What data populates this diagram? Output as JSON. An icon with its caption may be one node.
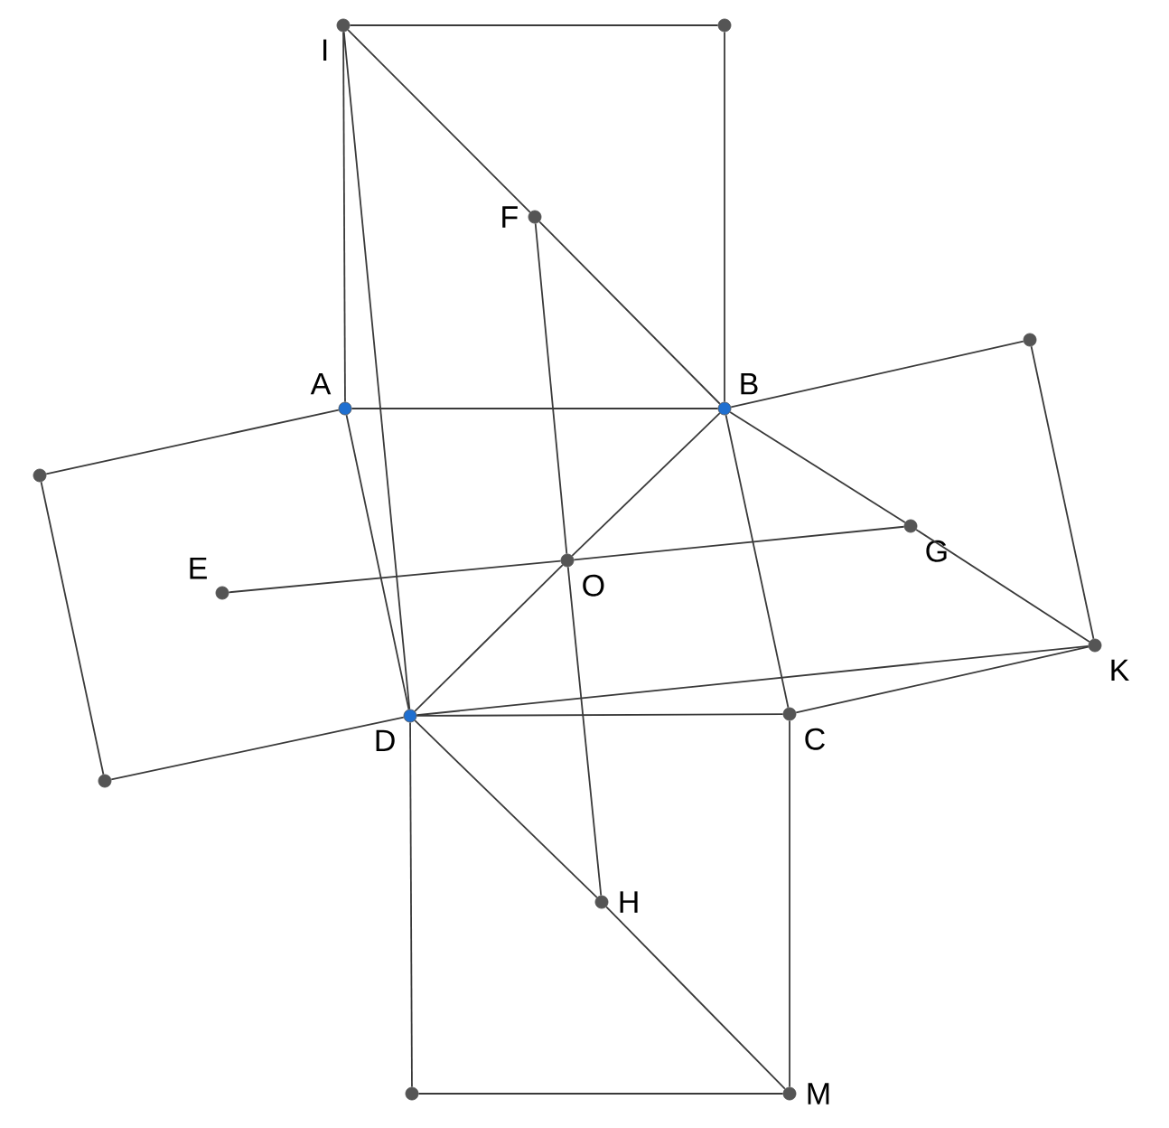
{
  "diagram": {
    "nodes": [
      {
        "text": [
          "I"
        ]
      },
      {
        "text": [],
        "shape": "circle"
      },
      {
        "text": [
          "F"
        ]
      },
      {
        "text": [],
        "shape": "circle"
      },
      {
        "text": [
          "A"
        ]
      },
      {
        "text": [
          "B"
        ]
      },
      {
        "text": [],
        "shape": "circle"
      },
      {
        "text": [
          "G"
        ]
      },
      {
        "text": [
          "O"
        ]
      },
      {
        "text": [
          "E"
        ]
      },
      {
        "text": [
          "K"
        ]
      },
      {
        "text": [
          "C"
        ]
      },
      {
        "text": [
          "D"
        ]
      },
      {
        "text": [],
        "shape": "circle"
      },
      {
        "text": [
          "H"
        ]
      },
      {
        "text": [],
        "shape": "circle"
      },
      {
        "text": [
          "M"
        ]
      }
    ],
    "edges": [
      {
        "from": 0,
        "to": 1,
        "arrow": "none"
      },
      {
        "from": 1,
        "to": 5,
        "arrow": "none"
      },
      {
        "from": 0,
        "to": 4,
        "arrow": "none"
      },
      {
        "from": 0,
        "to": 2,
        "arrow": "none"
      },
      {
        "from": 2,
        "to": 5,
        "arrow": "none"
      },
      {
        "from": 0,
        "to": 12,
        "arrow": "none"
      },
      {
        "from": 2,
        "to": 8,
        "arrow": "none"
      },
      {
        "from": 8,
        "to": 14,
        "arrow": "none"
      },
      {
        "from": 4,
        "to": 5,
        "arrow": "none"
      },
      {
        "from": 4,
        "to": 12,
        "arrow": "none"
      },
      {
        "from": 4,
        "to": 6,
        "arrow": "none"
      },
      {
        "from": 6,
        "to": 13,
        "arrow": "none"
      },
      {
        "from": 13,
        "to": 12,
        "arrow": "none"
      },
      {
        "from": 5,
        "to": 3,
        "arrow": "none"
      },
      {
        "from": 3,
        "to": 10,
        "arrow": "none"
      },
      {
        "from": 5,
        "to": 7,
        "arrow": "none"
      },
      {
        "from": 7,
        "to": 10,
        "arrow": "none"
      },
      {
        "from": 5,
        "to": 8,
        "arrow": "none"
      },
      {
        "from": 8,
        "to": 12,
        "arrow": "none"
      },
      {
        "from": 5,
        "to": 11,
        "arrow": "none"
      },
      {
        "from": 9,
        "to": 8,
        "arrow": "none"
      },
      {
        "from": 8,
        "to": 7,
        "arrow": "none"
      },
      {
        "from": 12,
        "to": 10,
        "arrow": "none"
      },
      {
        "from": 12,
        "to": 11,
        "arrow": "none"
      },
      {
        "from": 11,
        "to": 10,
        "arrow": "none"
      },
      {
        "from": 11,
        "to": 16,
        "arrow": "none"
      },
      {
        "from": 12,
        "to": 15,
        "arrow": "none"
      },
      {
        "from": 15,
        "to": 16,
        "arrow": "none"
      },
      {
        "from": 12,
        "to": 14,
        "arrow": "none"
      },
      {
        "from": 14,
        "to": 16,
        "arrow": "none"
      }
    ]
  }
}
